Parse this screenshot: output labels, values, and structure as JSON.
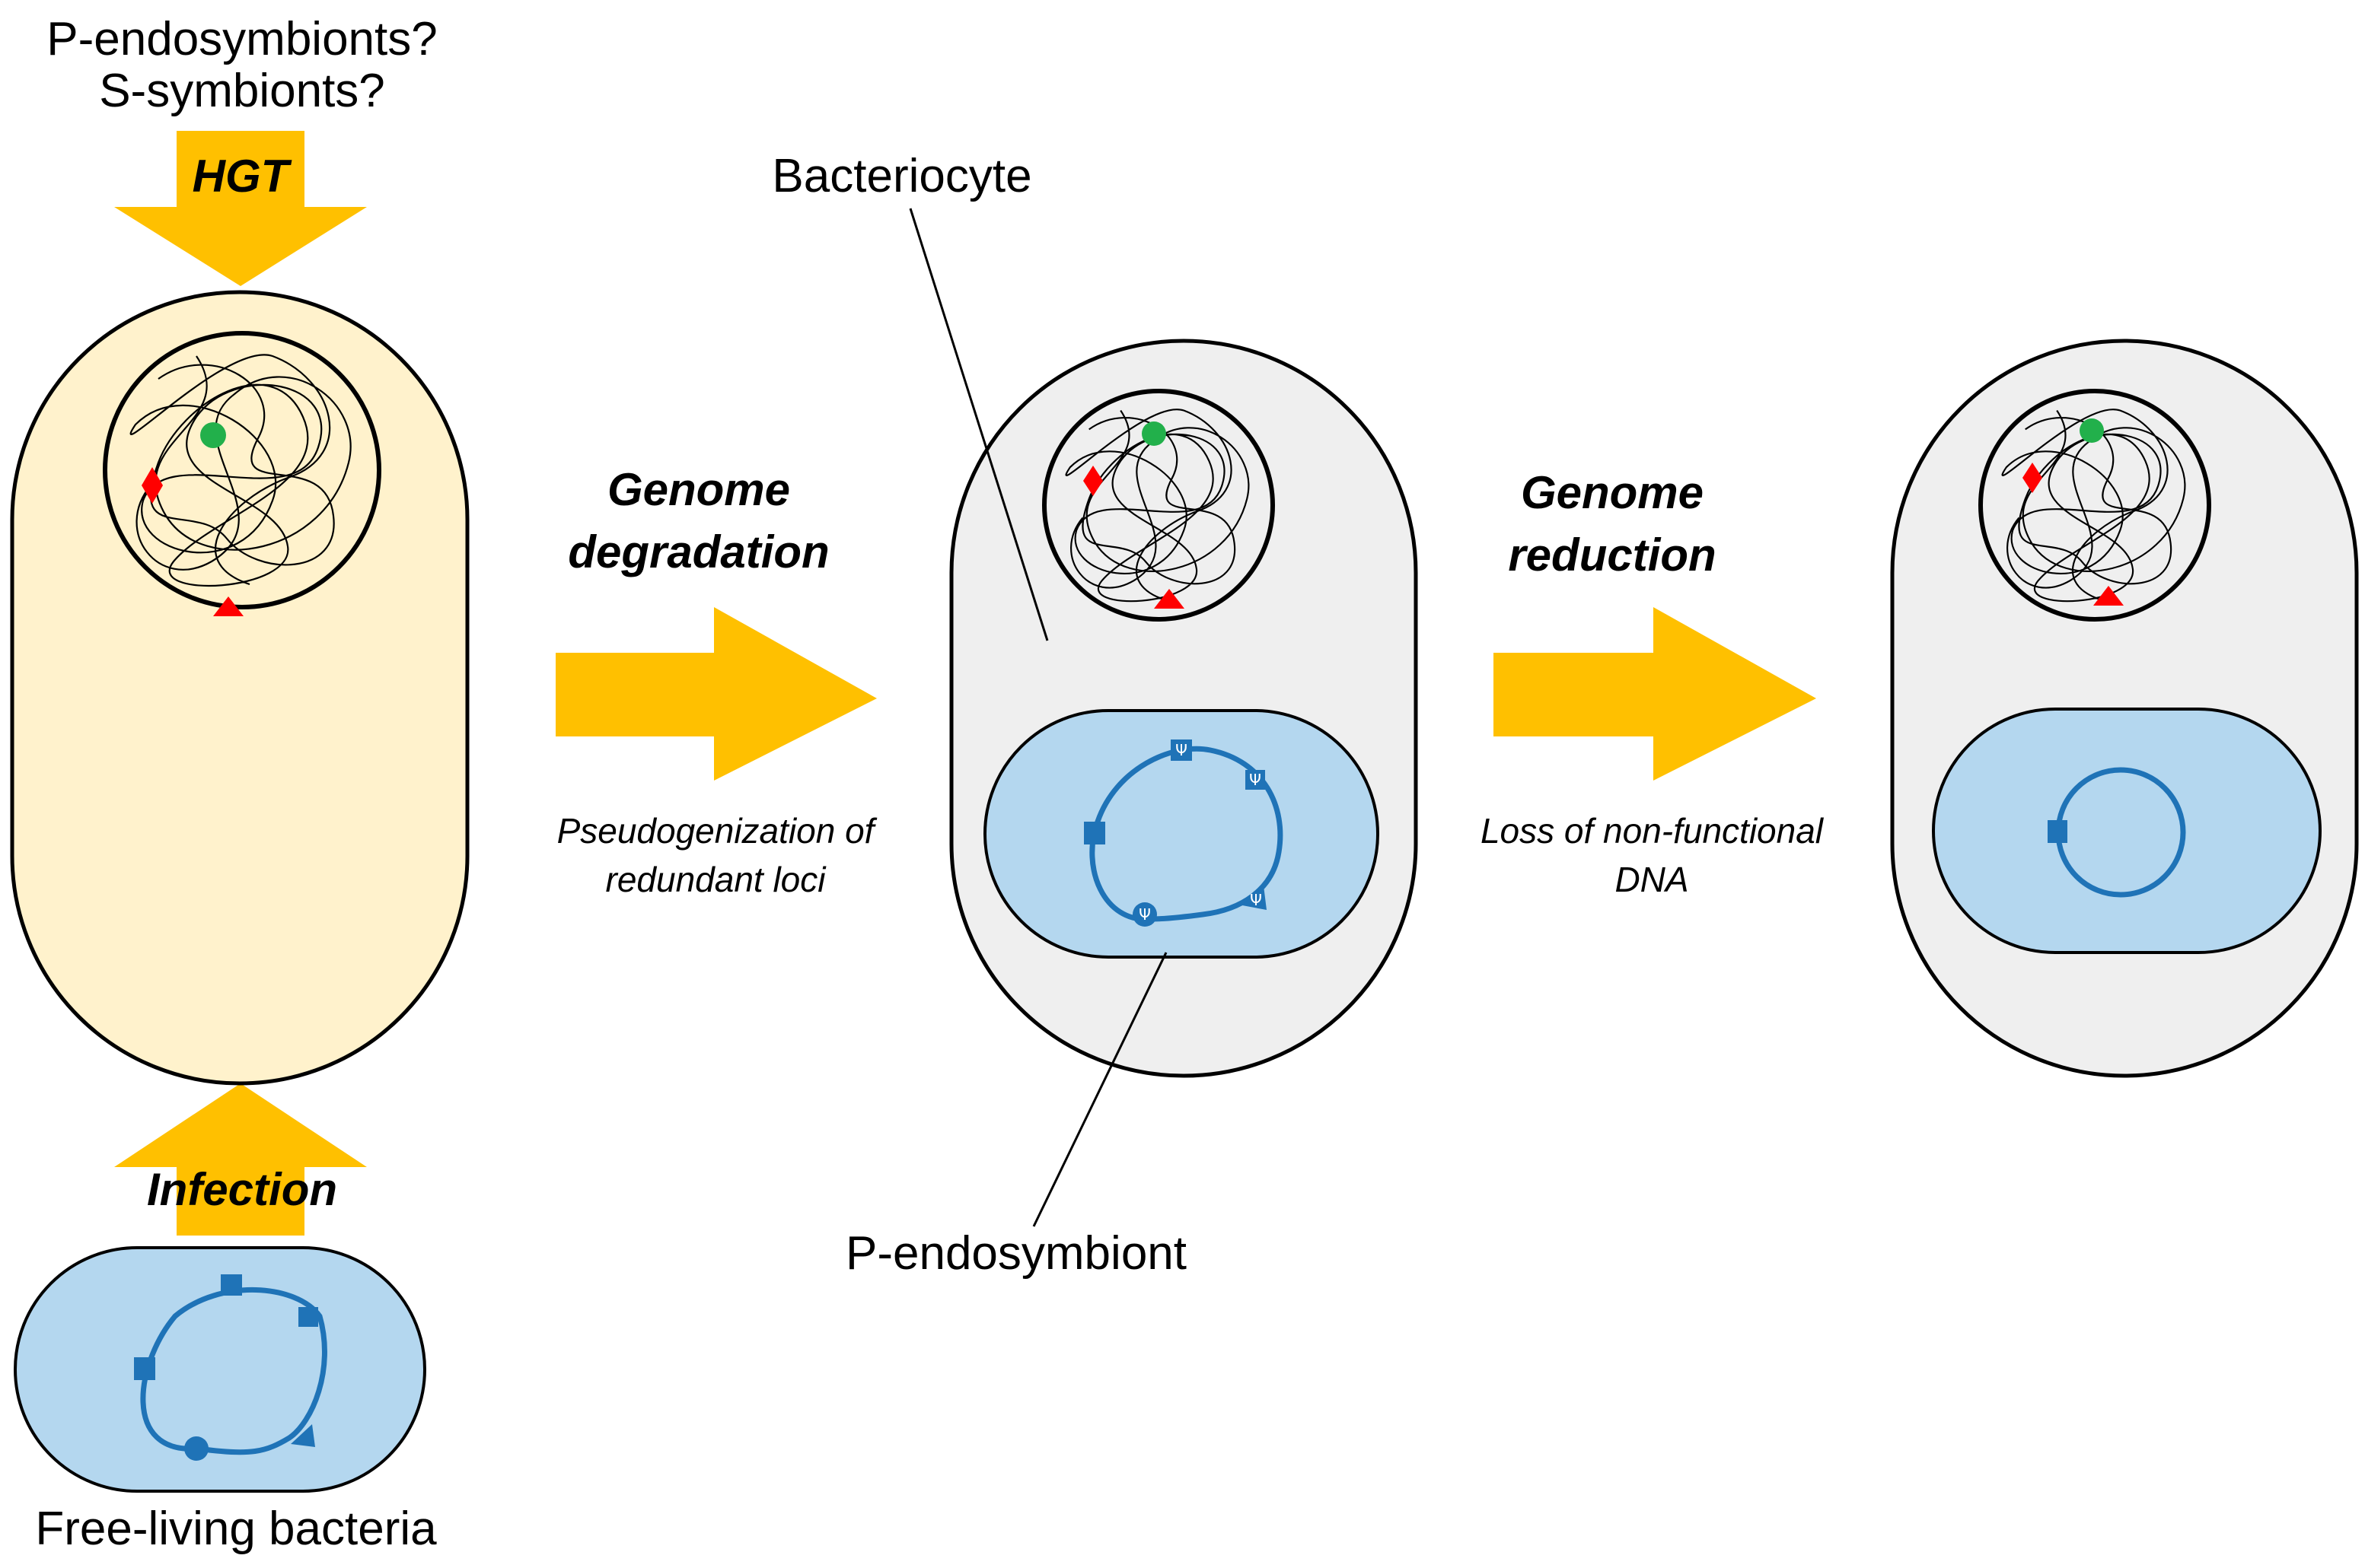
{
  "labels": {
    "top_question_1": "P-endosymbionts?",
    "top_question_2": "S-symbionts?",
    "hgt": "HGT",
    "infection": "Infection",
    "free_living": "Free-living bacteria",
    "bacteriocyte": "Bacteriocyte",
    "p_endosymbiont": "P-endosymbiont",
    "step1_title_1": "Genome",
    "step1_title_2": "degradation",
    "step1_desc_1": "Pseudogenization of",
    "step1_desc_2": "redundant loci",
    "step2_title_1": "Genome",
    "step2_title_2": "reduction",
    "step2_desc_1": "Loss of non-functional",
    "step2_desc_2": "DNA",
    "psi": "Ψ"
  },
  "colors": {
    "arrow": "#ffc000",
    "host_cell_initial": "#fff2cc",
    "host_cell": "#efefef",
    "bacterium": "#b4d7ef",
    "chromosome": "#1f73b7",
    "gene_green": "#22b04b",
    "gene_red": "#ff0000",
    "outline": "#000000"
  },
  "icons": [
    "gene-square-icon",
    "gene-circle-icon",
    "gene-triangle-icon",
    "gene-diamond-icon",
    "pseudogene-psi-icon",
    "chromatin-tangle-icon"
  ]
}
